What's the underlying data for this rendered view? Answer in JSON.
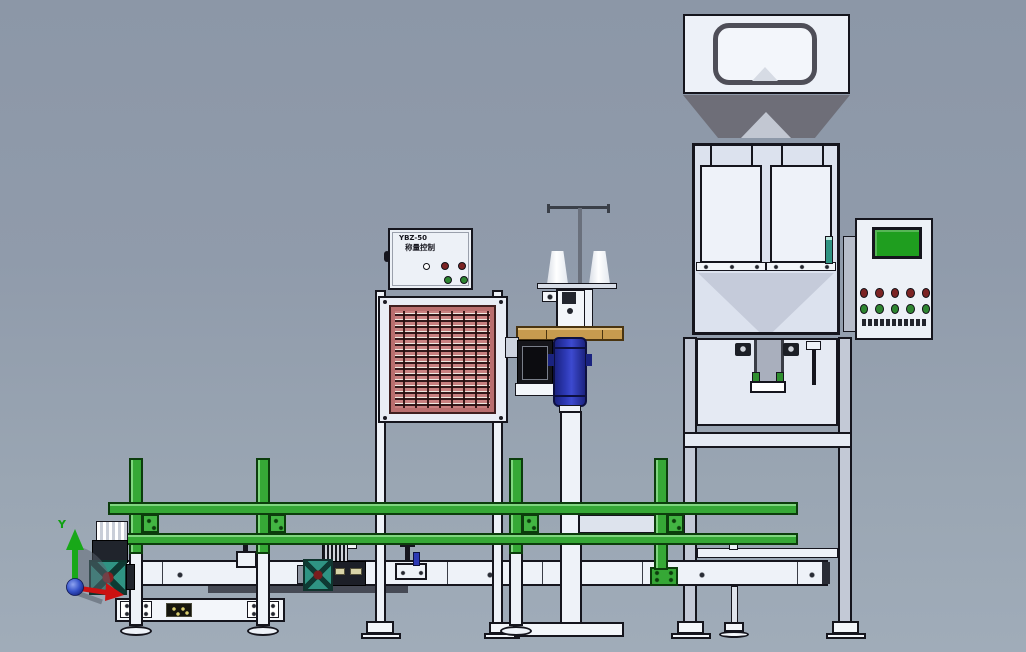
{
  "scene_title": "Automatic weighing and bagging machine line - front view",
  "labels": {
    "control_box_line1": "YBZ-50",
    "control_box_line2": "称量控制",
    "axis_y": "Y"
  },
  "control_box": {
    "buttons": {
      "white_count": 1,
      "red_count": 2,
      "green_count": 2
    }
  },
  "right_panel": {
    "screen_color": "#1f9e1f",
    "indicator_rows": [
      {
        "color": "#7c2424",
        "count": 5
      },
      {
        "color": "#2e8631",
        "count": 5
      }
    ],
    "caption_note": "illegible small Chinese caption strip"
  },
  "colors": {
    "background_top": "#8c97a7",
    "background_bottom": "#a0acb9",
    "machine_body": "#eef2f8",
    "outline": "#15151d",
    "rail_green": "#36a836",
    "grille_pink": "#c98080",
    "motor_blue": "#2d39b5",
    "table_tan": "#c79b4f",
    "fan_teal": "#2f9483",
    "screen_green": "#1f9e1f",
    "button_red": "#7c2424",
    "button_green": "#2e8631",
    "axis_y_green": "#0fa00f",
    "axis_x_red": "#cc1111",
    "axis_origin_blue": "#2244cc",
    "hopper_funnel_gray": "#6e6e78"
  }
}
